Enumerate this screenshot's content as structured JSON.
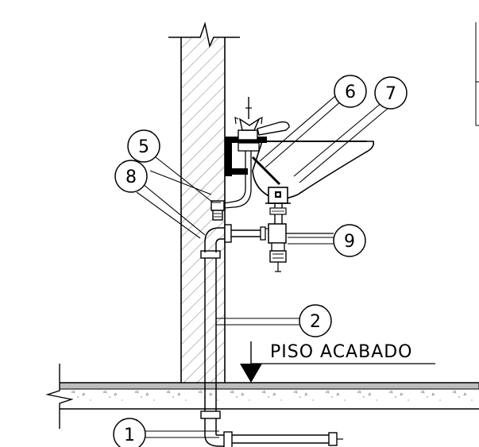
{
  "floor_label": "PISO ACABADO",
  "callouts": [
    {
      "id": "c1",
      "number": "1"
    },
    {
      "id": "c2",
      "number": "2"
    },
    {
      "id": "c5",
      "number": "5"
    },
    {
      "id": "c6",
      "number": "6"
    },
    {
      "id": "c7",
      "number": "7"
    },
    {
      "id": "c8",
      "number": "8"
    },
    {
      "id": "c9",
      "number": "9"
    }
  ]
}
